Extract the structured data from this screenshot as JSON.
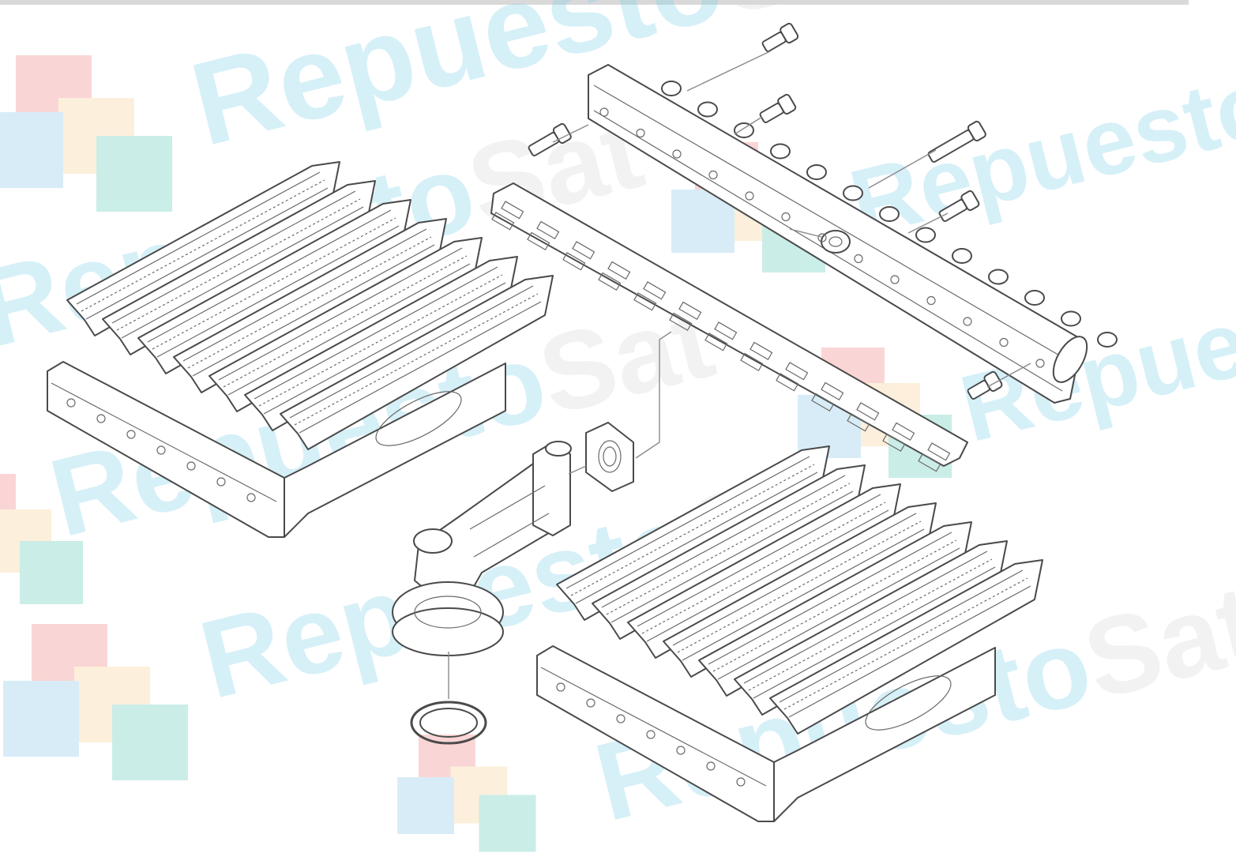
{
  "watermark": {
    "word_main": "Repuesto",
    "word_tail": "Sat",
    "colors": {
      "text": "#7fd0e8",
      "tail": "#d8d8d8",
      "square_red": "#f7b3b3",
      "square_orange": "#fbe2bf",
      "square_blue": "#b9def2",
      "square_teal": "#9fe0d6"
    }
  },
  "diagram": {
    "parts": [
      {
        "name": "burner-bank-left",
        "type": "burner ramp"
      },
      {
        "name": "burner-bank-right",
        "type": "burner ramp"
      },
      {
        "name": "injector-manifold",
        "type": "manifold"
      },
      {
        "name": "injector-gasket-strip",
        "type": "gasket"
      },
      {
        "name": "gas-elbow-pipe",
        "type": "pipe"
      },
      {
        "name": "flange-gasket",
        "type": "gasket"
      },
      {
        "name": "o-ring",
        "type": "seal"
      },
      {
        "name": "screw",
        "type": "fastener"
      },
      {
        "name": "electrode",
        "type": "fastener"
      }
    ],
    "line_color": "#4a4a4a"
  }
}
